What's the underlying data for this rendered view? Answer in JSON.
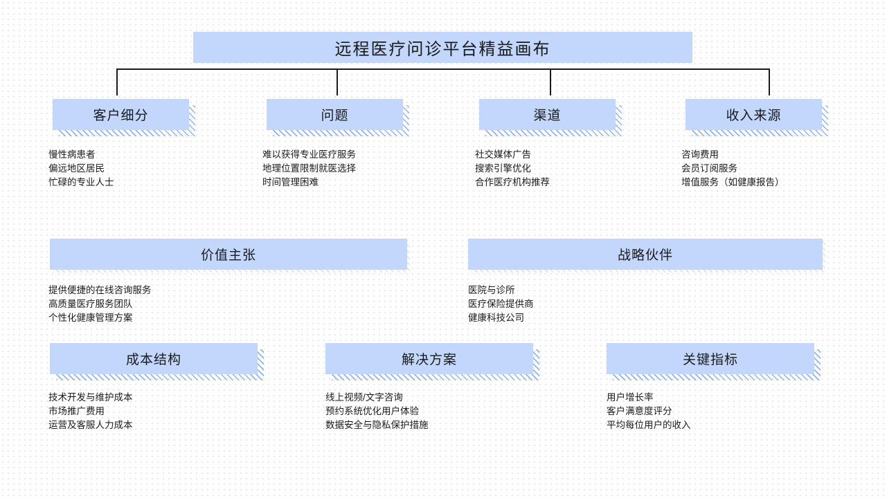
{
  "title": {
    "text": "远程医疗问诊平台精益画布"
  },
  "sections": {
    "customer_segments": {
      "header": "客户细分",
      "items": [
        "慢性病患者",
        "偏远地区居民",
        "忙碌的专业人士"
      ]
    },
    "problem": {
      "header": "问题",
      "items": [
        "难以获得专业医疗服务",
        "地理位置限制就医选择",
        "时间管理困难"
      ]
    },
    "channels": {
      "header": "渠道",
      "items": [
        "社交媒体广告",
        "搜索引擎优化",
        "合作医疗机构推荐"
      ]
    },
    "revenue_streams": {
      "header": "收入来源",
      "items": [
        "咨询费用",
        "会员订阅服务",
        "增值服务（如健康报告）"
      ]
    },
    "value_proposition": {
      "header": "价值主张",
      "items": [
        "提供便捷的在线咨询服务",
        "高质量医疗服务团队",
        "个性化健康管理方案"
      ]
    },
    "key_partners": {
      "header": "战略伙伴",
      "items": [
        "医院与诊所",
        "医疗保险提供商",
        "健康科技公司"
      ]
    },
    "cost_structure": {
      "header": "成本结构",
      "items": [
        "技术开发与维护成本",
        "市场推广费用",
        "运营及客服人力成本"
      ]
    },
    "solution": {
      "header": "解决方案",
      "items": [
        "线上视频/文字咨询",
        "预约系统优化用户体验",
        "数据安全与隐私保护措施"
      ]
    },
    "key_metrics": {
      "header": "关键指标",
      "items": [
        "用户增长率",
        "客户满意度评分",
        "平均每位用户的收入"
      ]
    }
  },
  "colors": {
    "box_fill": "#c3d6fb",
    "shadow_stripe": "#8fb5f0",
    "connector": "#1a1a1a",
    "text": "#1a1a1a",
    "background": "#ffffff"
  }
}
